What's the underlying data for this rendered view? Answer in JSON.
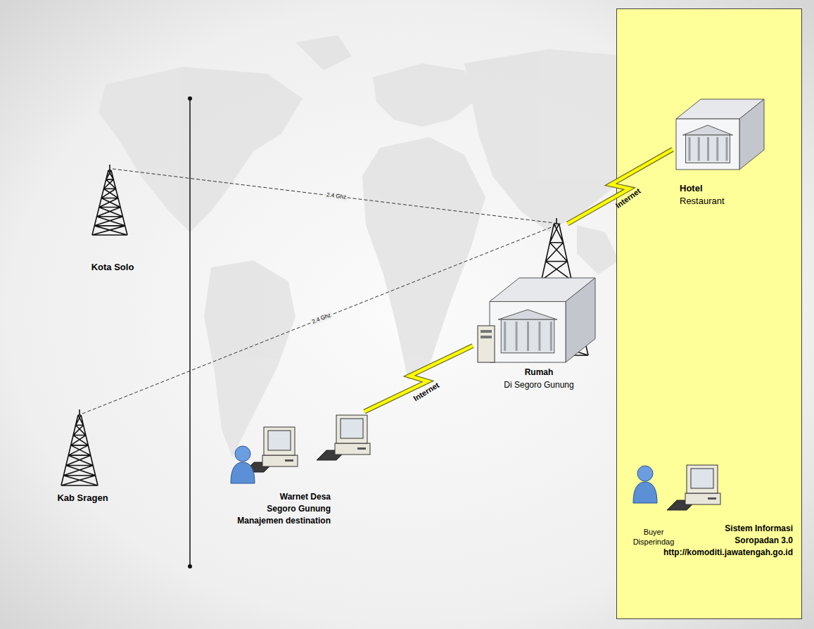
{
  "diagram": {
    "nodes": [
      {
        "text": [
          "Kota Solo"
        ]
      },
      {
        "text": [
          "Kab Sragen"
        ]
      },
      {
        "text": [
          "Warnet Desa",
          "Segoro Gunung",
          "Manajemen destination"
        ]
      },
      {
        "text": [
          "Rumah",
          "Di Segoro Gunung"
        ]
      },
      {
        "text": [
          "Sistem Informasi",
          "Soropadan 3.0",
          "http://komoditi.jawatengah.go.id"
        ]
      },
      {
        "text": [
          "Hotel",
          "Restaurant"
        ],
        "in": 4
      },
      {
        "text": [
          "Buyer",
          "Disperindag"
        ],
        "in": 4
      }
    ],
    "edges": [
      {
        "from": 0,
        "to": 3,
        "label": "2.4 Ghz",
        "arrow": "none"
      },
      {
        "from": 1,
        "to": 3,
        "label": "2.4 Ghz",
        "arrow": "none"
      },
      {
        "from": 2,
        "to": 3,
        "label": "Internet",
        "arrow": "none"
      },
      {
        "from": 3,
        "to": 5,
        "label": "Internet",
        "arrow": "none"
      }
    ]
  }
}
